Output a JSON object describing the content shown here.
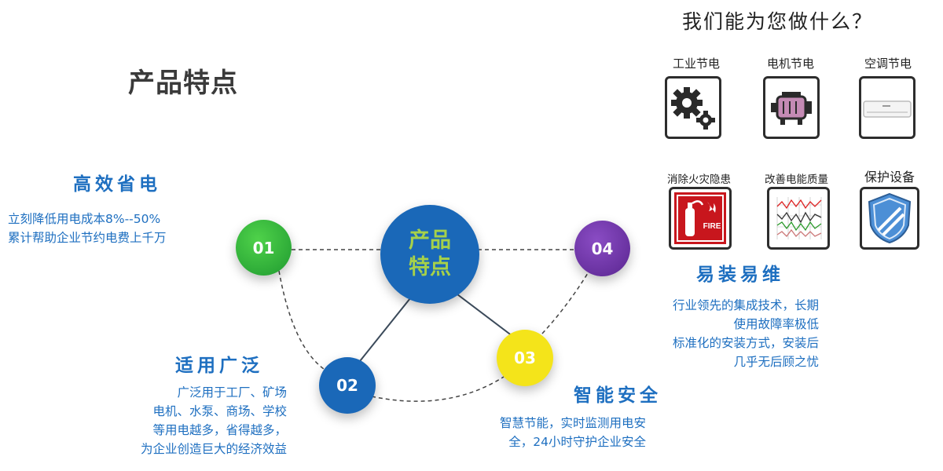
{
  "page_title": "产品特点",
  "help_title": "我们能为您做什么？",
  "center_label": "产品\n特点",
  "nodes": {
    "n01": "01",
    "n02": "02",
    "n03": "03",
    "n04": "04"
  },
  "features": {
    "f1": {
      "title": "高效省电",
      "lines": [
        "立刻降低用电成本8%--50%",
        "累计帮助企业节约电费上千万"
      ]
    },
    "f2": {
      "title": "适用广泛",
      "lines": [
        "广泛用于工厂、矿场",
        "电机、水泵、商场、学校",
        "等用电越多，省得越多，",
        "为企业创造巨大的经济效益"
      ]
    },
    "f3": {
      "title": "智能安全",
      "lines": [
        "智慧节能，实时监测用电安",
        "全，24小时守护企业安全"
      ]
    },
    "f4": {
      "title": "易装易维",
      "lines": [
        "行业领先的集成技术，长期",
        "使用故障率极低",
        "标准化的安装方式，安装后",
        "几乎无后顾之忧"
      ]
    }
  },
  "services": [
    {
      "label": "工业节电",
      "icon": "gears-icon"
    },
    {
      "label": "电机节电",
      "icon": "motor-icon"
    },
    {
      "label": "空调节电",
      "icon": "air-conditioner-icon"
    },
    {
      "label": "消除火灾隐患",
      "icon": "fire-extinguisher-icon"
    },
    {
      "label": "改善电能质量",
      "icon": "waveform-chart-icon"
    },
    {
      "label": "保护设备",
      "icon": "shield-icon"
    }
  ],
  "fire_sign_text": "FIRE",
  "colors": {
    "blue": "#1e6fc0",
    "node01": "#2db83a",
    "node02": "#1a68b8",
    "node03": "#f0e21a",
    "node04": "#6a35a0",
    "center_text": "#a6d14a"
  }
}
